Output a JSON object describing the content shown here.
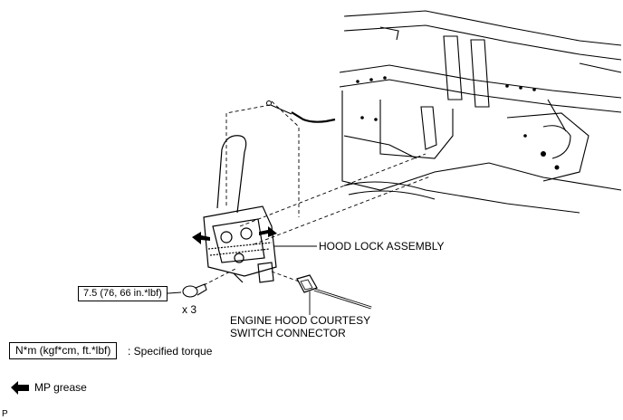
{
  "callouts": {
    "hood_lock": "HOOD LOCK ASSEMBLY",
    "connector_line1": "ENGINE HOOD COURTESY",
    "connector_line2": "SWITCH CONNECTOR",
    "torque_value": "7.5 (76, 66 in.*lbf)",
    "bolt_qty": "x 3"
  },
  "legend": {
    "torque_units": "N*m (kgf*cm, ft.*lbf)",
    "torque_desc": ": Specified torque",
    "grease_label": "MP grease"
  },
  "corner_mark": "P"
}
